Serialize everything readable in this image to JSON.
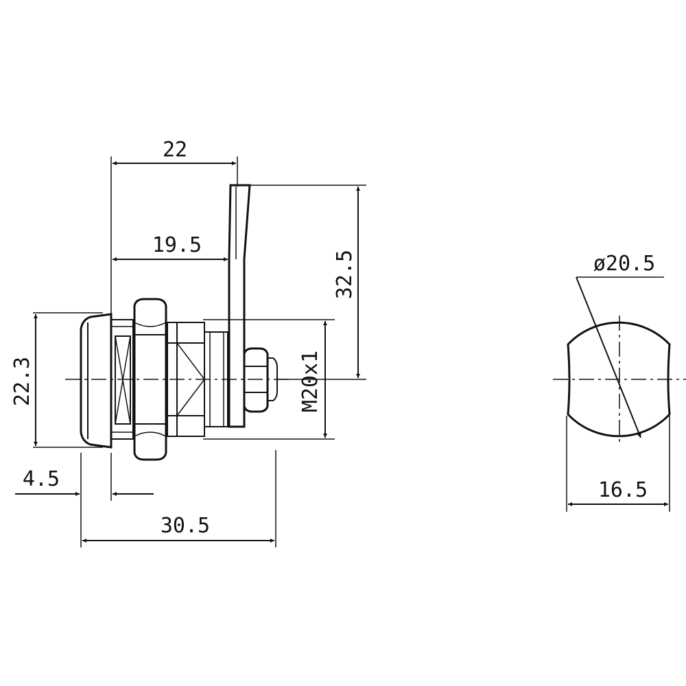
{
  "dimensions": {
    "width_22": "22",
    "width_19_5": "19.5",
    "height_32_5": "32.5",
    "thread": "M20x1",
    "diameter_22_3": "22.3",
    "flange_4_5": "4.5",
    "length_30_5": "30.5",
    "diameter_20_5": "ø20.5",
    "flat_16_5": "16.5"
  }
}
